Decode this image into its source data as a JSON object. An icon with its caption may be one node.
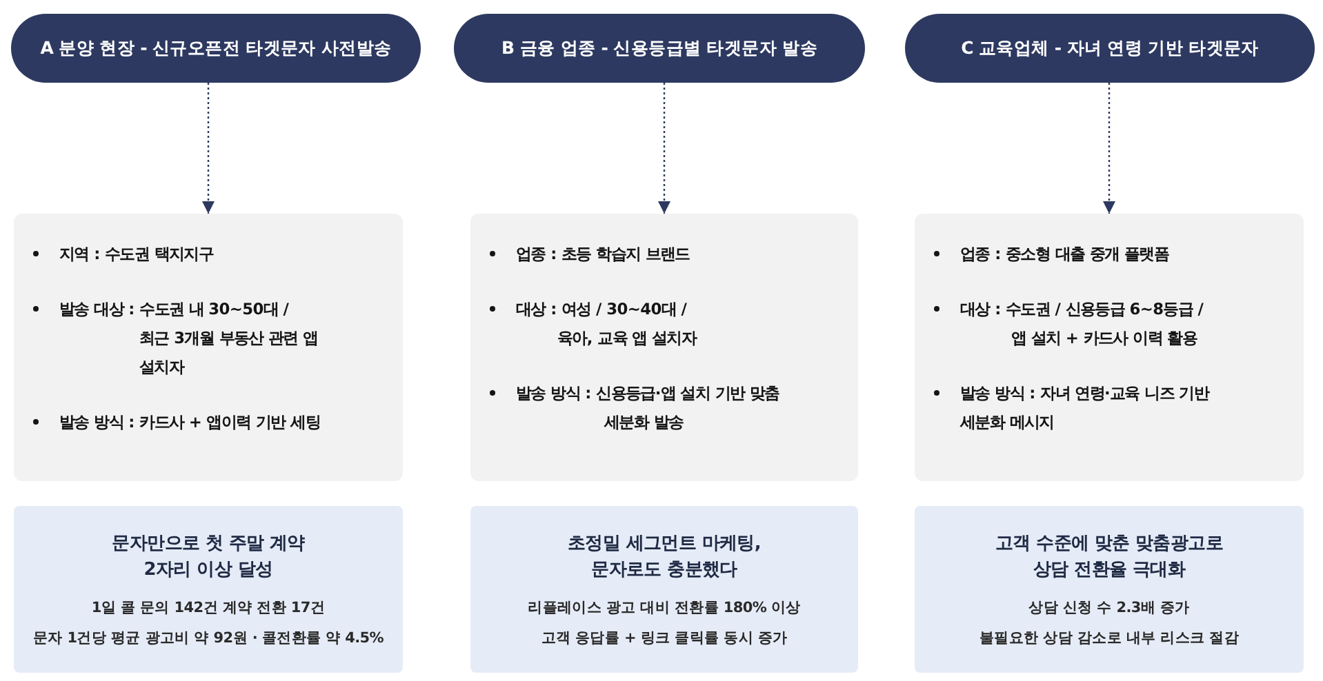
{
  "diagram": {
    "nodes": [
      {
        "text": [
          "A 분양 현장 - 신규오픈전 타겟문자 사전발송"
        ]
      },
      {
        "text": [
          "B 금융 업종 - 신용등급별 타겟문자 발송"
        ]
      },
      {
        "text": [
          "C 교육업체 - 자녀 연령 기반 타겟문자"
        ]
      },
      {
        "text": [
          "지역 : 수도권 택지지구",
          "발송 대상 : 수도권 내 30~50대 / 최근 3개월 부동산 관련 앱 설치자",
          "발송 방식 : 카드사 + 앱이력 기반 세팅"
        ]
      },
      {
        "text": [
          "업종 : 초등 학습지 브랜드",
          "대상 : 여성 / 30~40대 / 육아, 교육 앱 설치자",
          "발송 방식 : 신용등급·앱 설치 기반 맞춤 세분화 발송"
        ]
      },
      {
        "text": [
          "업종 : 중소형 대출 중개 플랫폼",
          "대상 : 수도권 / 신용등급 6~8등급 / 앱 설치 + 카드사 이력 활용",
          "발송 방식 : 자녀 연령·교육 니즈 기반 세분화 메시지"
        ]
      },
      {
        "text": [
          "문자만으로 첫 주말 계약 2자리 이상 달성",
          "1일 콜 문의 142건 계약 전환 17건",
          "문자 1건당 평균 광고비 약 92원 · 콜전환률 약 4.5%"
        ]
      },
      {
        "text": [
          "초정밀 세그먼트 마케팅, 문자로도 충분했다",
          "리플레이스 광고 대비 전환률 180% 이상",
          "고객 응답률 + 링크 클릭률 동시 증가"
        ]
      },
      {
        "text": [
          "고객 수준에 맞춘 맞춤광고로 상담 전환율 극대화",
          "상담 신청 수 2.3배 증가",
          "불필요한 상담 감소로 내부 리스크 절감"
        ]
      }
    ],
    "edges": [
      {
        "from": 0,
        "to": 3,
        "arrow": "to",
        "style": "dashed"
      },
      {
        "from": 1,
        "to": 4,
        "arrow": "to",
        "style": "dashed"
      },
      {
        "from": 2,
        "to": 5,
        "arrow": "to",
        "style": "dashed"
      }
    ]
  }
}
